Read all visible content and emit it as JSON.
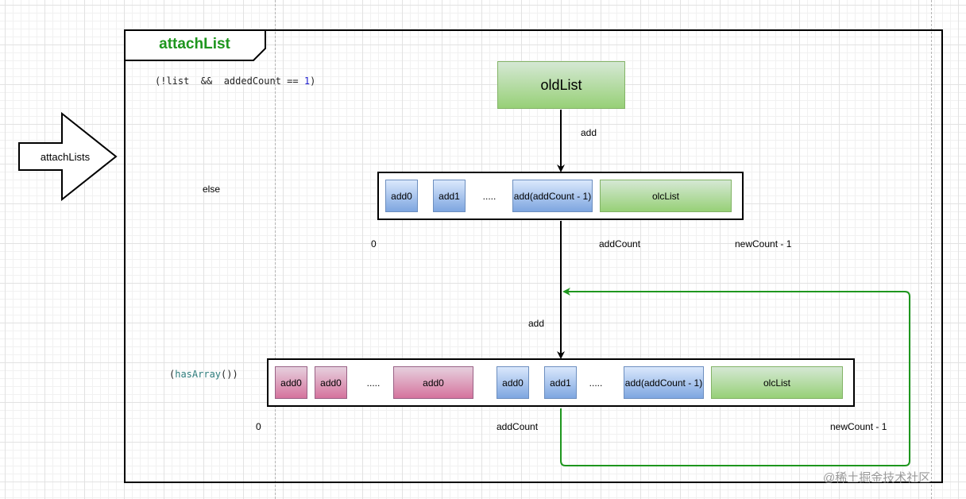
{
  "title": "attachList",
  "entry_arrow_label": "attachLists",
  "conditions": {
    "first": {
      "open": "(!list  &&  addedCount == ",
      "num": "1",
      "close": ")"
    },
    "second": "else",
    "third": {
      "open": "(",
      "fn": "hasArray",
      "close": "())"
    }
  },
  "top": {
    "old_list": "oldList",
    "arrow_label": "add",
    "boxes": [
      "add0",
      "add1",
      ".....",
      "add(addCount - 1)",
      "olcList"
    ],
    "index_labels": [
      "0",
      "addCount",
      "newCount - 1"
    ]
  },
  "bottom": {
    "arrow_label": "add",
    "boxes": [
      "add0",
      "add0",
      ".....",
      "add0",
      "add0",
      "add1",
      ".....",
      "add(addCount - 1)",
      "olcList"
    ],
    "index_labels": [
      "0",
      "addCount",
      "newCount - 1"
    ]
  },
  "watermark": "@稀土掘金技术社区",
  "colors": {
    "title": "#1e961e",
    "loop_arrow": "#1e961e",
    "blue_fill": "#7ea6e0",
    "green_fill": "#97d077",
    "pink_fill": "#d5739d"
  }
}
